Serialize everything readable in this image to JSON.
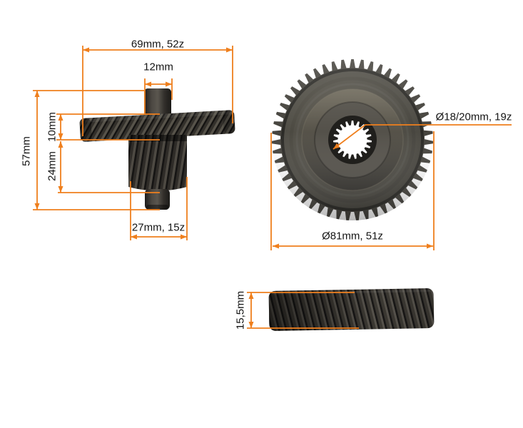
{
  "colors": {
    "dimension": "#EF7F1D",
    "label_text": "#141414",
    "background": "#ffffff"
  },
  "side_view": {
    "overall_width": "69mm, 52z",
    "shaft_diameter": "12mm",
    "gear_thickness": "10mm",
    "pinion_length": "24mm",
    "overall_length": "57mm",
    "pinion_gear": "27mm, 15z"
  },
  "front_view": {
    "bore": "Ø18/20mm, 19z",
    "outer_diameter": "Ø81mm, 51z",
    "outer_teeth": 51,
    "spline_teeth": 19
  },
  "edge_view": {
    "thickness": "15,5mm"
  }
}
